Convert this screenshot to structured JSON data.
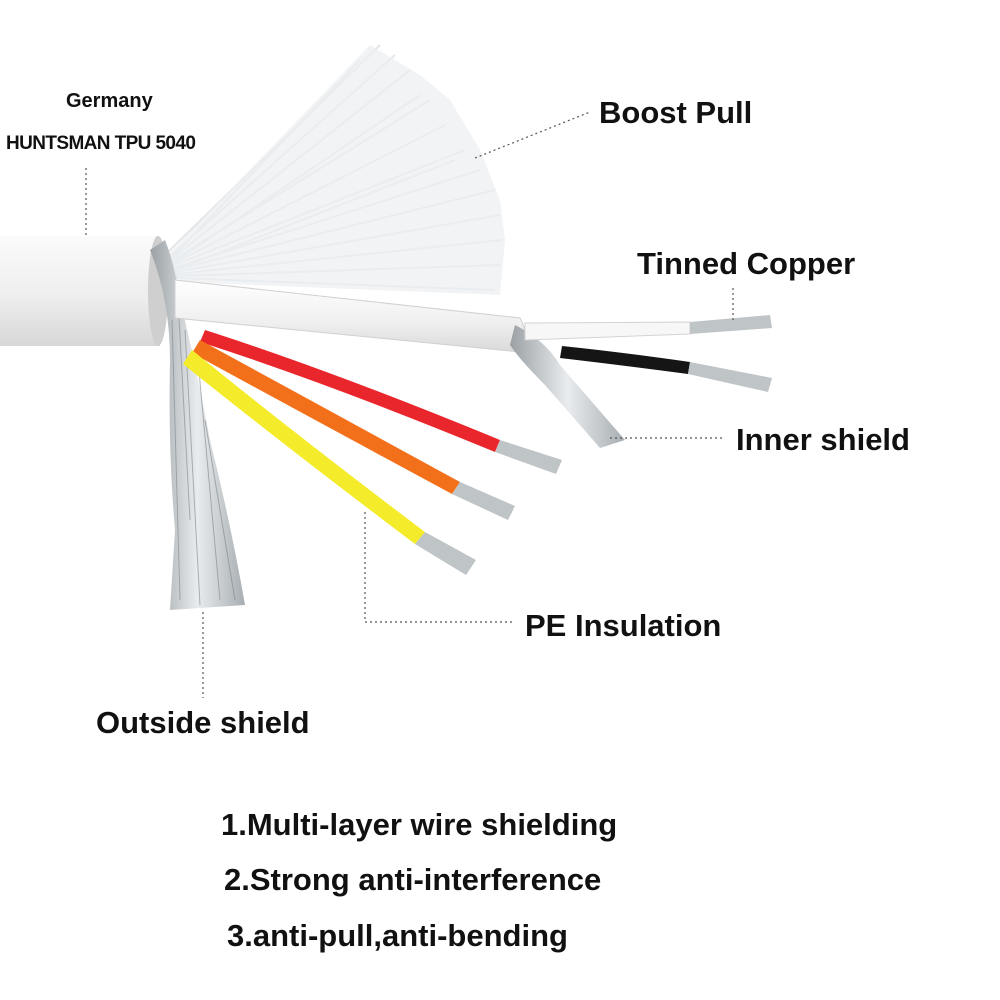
{
  "labels": {
    "origin": "Germany",
    "material": "HUNTSMAN TPU 5040",
    "boost_pull": "Boost Pull",
    "tinned_copper": "Tinned Copper",
    "inner_shield": "Inner shield",
    "pe_insulation": "PE Insulation",
    "outside_shield": "Outside shield"
  },
  "features": [
    "1.Multi-layer wire shielding",
    "2.Strong anti-interference",
    "3.anti-pull,anti-bending"
  ],
  "colors": {
    "jacket": "#f2f2f2",
    "shield": "#c9cdd0",
    "fibers": "#e6e9ec",
    "red_wire": "#e8262c",
    "orange_wire": "#f2701a",
    "yellow_wire": "#f4ec2a",
    "black_wire": "#111111",
    "leader_line": "#555555"
  }
}
